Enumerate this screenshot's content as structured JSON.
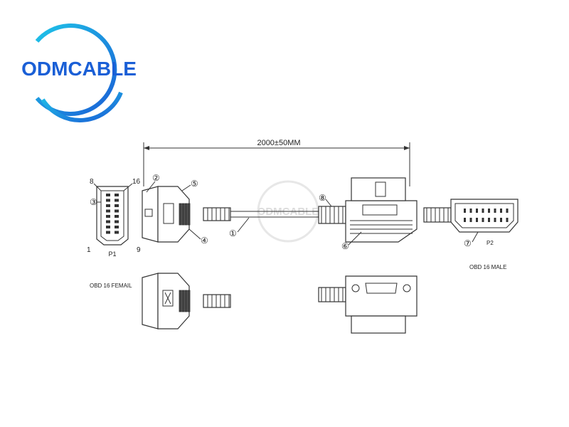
{
  "logo": {
    "text": "ODMCABLE",
    "ring_color_start": "#1fc3e8",
    "ring_color_end": "#1a5fd6",
    "text_color": "#1a5fd6"
  },
  "watermark": {
    "text": "ODMCABLE"
  },
  "dimension": {
    "label": "2000±50MM"
  },
  "connector_p1": {
    "label": "P1",
    "pin_labels": {
      "top_left": "8",
      "top_right": "16",
      "bottom_left": "1",
      "bottom_right": "9"
    }
  },
  "connector_p2": {
    "label": "P2"
  },
  "callouts": [
    "①",
    "②",
    "③",
    "④",
    "⑤",
    "⑥",
    "⑦",
    "⑧"
  ],
  "captions": {
    "female": "OBD 16 FEMAIL",
    "male": "OBD 16 MALE"
  }
}
